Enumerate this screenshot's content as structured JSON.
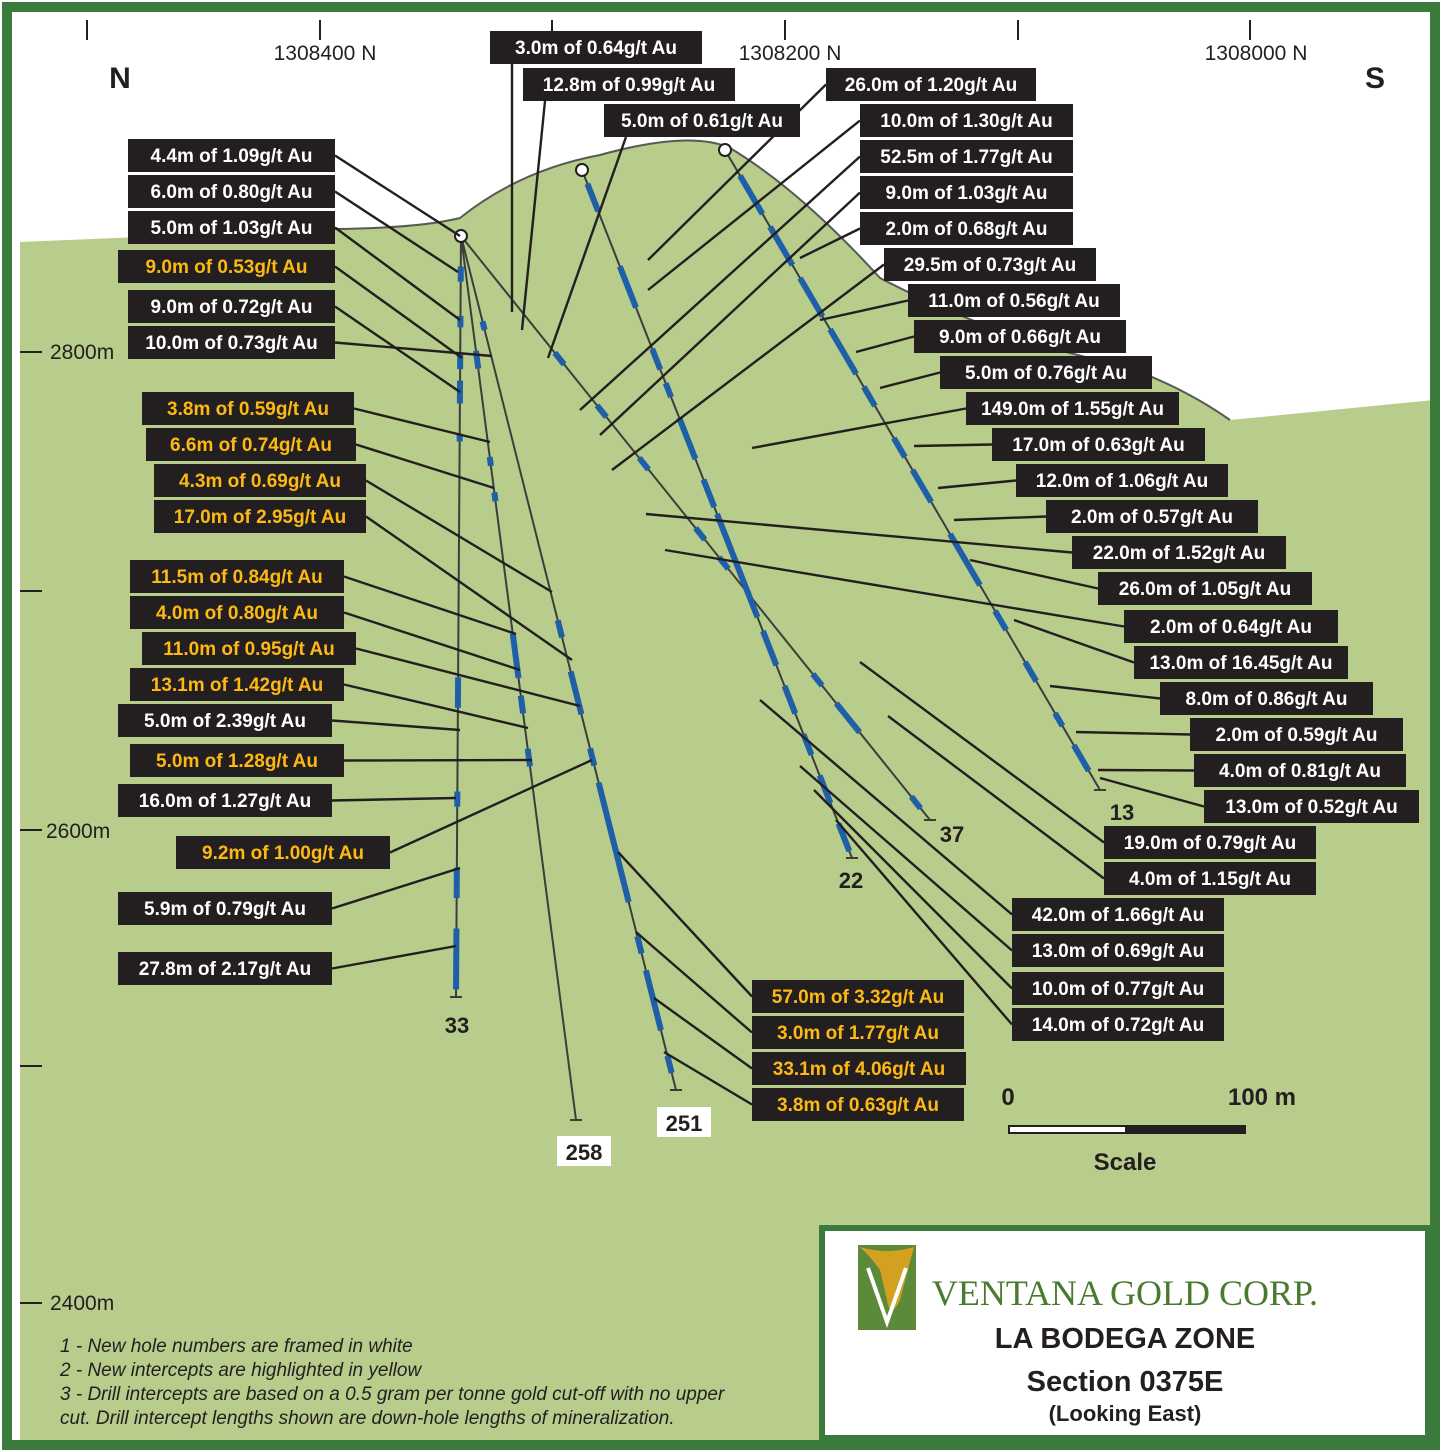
{
  "direction": {
    "left": "N",
    "right": "S"
  },
  "northings": [
    "1308400 N",
    "1308200 N",
    "1308000 N"
  ],
  "elevations": [
    "2800m",
    "2600m",
    "2400m"
  ],
  "holes": [
    "33",
    "258",
    "251",
    "22",
    "37",
    "13"
  ],
  "new_holes": [
    "258",
    "251"
  ],
  "colors": {
    "border": "#3a7a3a",
    "terrain": "#b8cc8c",
    "intercept": "#1f5fa8",
    "label_bg": "#231f20",
    "new_text": "#fdb913",
    "old_text": "#ffffff"
  },
  "intercepts": [
    {
      "text": "3.0m of 0.64g/t Au",
      "new": false
    },
    {
      "text": "12.8m of 0.99g/t Au",
      "new": false
    },
    {
      "text": "5.0m of 0.61g/t Au",
      "new": false
    },
    {
      "text": "26.0m of 1.20g/t Au",
      "new": false
    },
    {
      "text": "10.0m of 1.30g/t Au",
      "new": false
    },
    {
      "text": "52.5m of 1.77g/t Au",
      "new": false
    },
    {
      "text": "9.0m of 1.03g/t Au",
      "new": false
    },
    {
      "text": "2.0m of 0.68g/t Au",
      "new": false
    },
    {
      "text": "29.5m of 0.73g/t Au",
      "new": false
    },
    {
      "text": "11.0m of 0.56g/t Au",
      "new": false
    },
    {
      "text": "9.0m of 0.66g/t Au",
      "new": false
    },
    {
      "text": "5.0m of 0.76g/t Au",
      "new": false
    },
    {
      "text": "149.0m of 1.55g/t Au",
      "new": false
    },
    {
      "text": "17.0m of 0.63g/t Au",
      "new": false
    },
    {
      "text": "12.0m of 1.06g/t Au",
      "new": false
    },
    {
      "text": "2.0m of 0.57g/t Au",
      "new": false
    },
    {
      "text": "22.0m of 1.52g/t Au",
      "new": false
    },
    {
      "text": "26.0m of 1.05g/t Au",
      "new": false
    },
    {
      "text": "2.0m of 0.64g/t Au",
      "new": false
    },
    {
      "text": "13.0m of 16.45g/t Au",
      "new": false
    },
    {
      "text": "8.0m of 0.86g/t Au",
      "new": false
    },
    {
      "text": "2.0m of 0.59g/t Au",
      "new": false
    },
    {
      "text": "4.0m of 0.81g/t Au",
      "new": false
    },
    {
      "text": "13.0m of 0.52g/t Au",
      "new": false
    },
    {
      "text": "19.0m of 0.79g/t Au",
      "new": false
    },
    {
      "text": "4.0m of 1.15g/t Au",
      "new": false
    },
    {
      "text": "42.0m of 1.66g/t Au",
      "new": false
    },
    {
      "text": "13.0m of 0.69g/t Au",
      "new": false
    },
    {
      "text": "10.0m of 0.77g/t Au",
      "new": false
    },
    {
      "text": "14.0m of 0.72g/t Au",
      "new": false
    },
    {
      "text": "4.4m of 1.09g/t Au",
      "new": false
    },
    {
      "text": "6.0m of 0.80g/t Au",
      "new": false
    },
    {
      "text": "5.0m of 1.03g/t Au",
      "new": false
    },
    {
      "text": "9.0m of 0.53g/t Au",
      "new": true
    },
    {
      "text": "9.0m of 0.72g/t Au",
      "new": false
    },
    {
      "text": "10.0m of 0.73g/t Au",
      "new": false
    },
    {
      "text": "3.8m of 0.59g/t Au",
      "new": true
    },
    {
      "text": "6.6m of 0.74g/t Au",
      "new": true
    },
    {
      "text": "4.3m of 0.69g/t Au",
      "new": true
    },
    {
      "text": "17.0m of 2.95g/t Au",
      "new": true
    },
    {
      "text": "11.5m of 0.84g/t Au",
      "new": true
    },
    {
      "text": "4.0m of 0.80g/t Au",
      "new": true
    },
    {
      "text": "11.0m of 0.95g/t Au",
      "new": true
    },
    {
      "text": "13.1m of 1.42g/t Au",
      "new": true
    },
    {
      "text": "5.0m of 2.39g/t Au",
      "new": false
    },
    {
      "text": "5.0m of 1.28g/t Au",
      "new": true
    },
    {
      "text": "16.0m of 1.27g/t Au",
      "new": false
    },
    {
      "text": "9.2m of 1.00g/t Au",
      "new": true
    },
    {
      "text": "5.9m of 0.79g/t Au",
      "new": false
    },
    {
      "text": "27.8m of 2.17g/t Au",
      "new": false
    },
    {
      "text": "57.0m of 3.32g/t Au",
      "new": true
    },
    {
      "text": "3.0m of 1.77g/t Au",
      "new": true
    },
    {
      "text": "33.1m of 4.06g/t Au",
      "new": true
    },
    {
      "text": "3.8m of 0.63g/t Au",
      "new": true
    }
  ],
  "scale": {
    "start": "0",
    "end": "100 m",
    "title": "Scale"
  },
  "notes": [
    "1 - New hole numbers are framed in white",
    "2 - New intercepts are highlighted in yellow",
    "3 - Drill intercepts are based on a 0.5 gram per tonne gold cut-off with no upper",
    "cut. Drill intercept lengths shown are down-hole lengths of mineralization."
  ],
  "titleblock": {
    "company": "VENTANA GOLD CORP.",
    "zone": "LA BODEGA ZONE",
    "section": "Section 0375E",
    "view": "(Looking East)"
  }
}
